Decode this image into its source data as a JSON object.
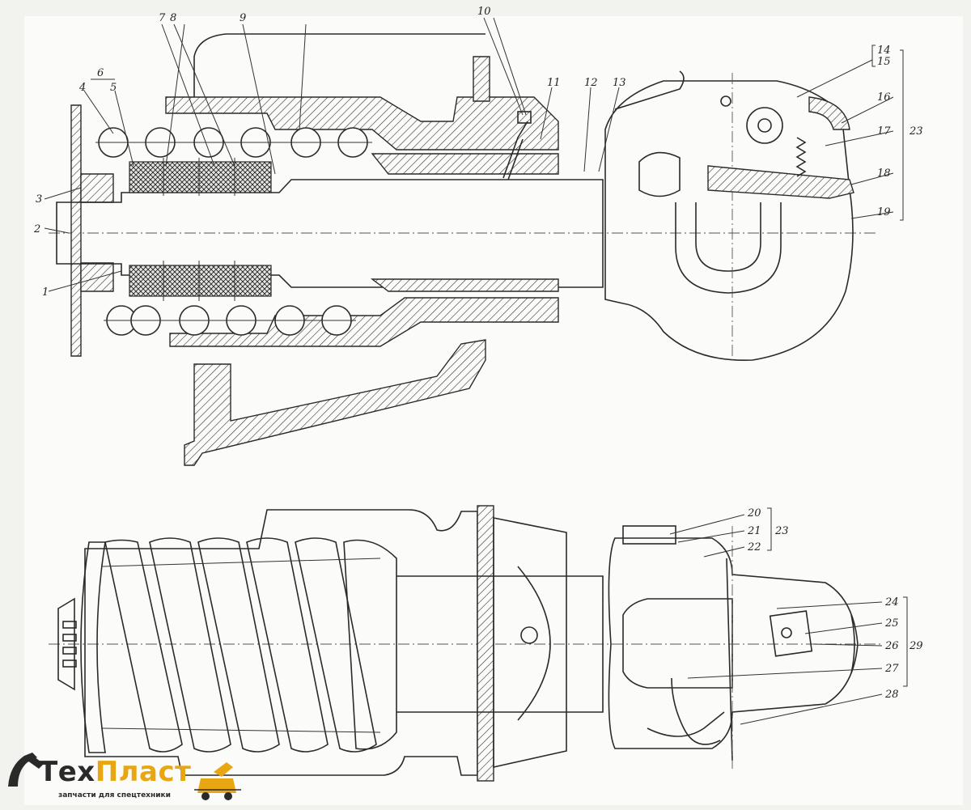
{
  "labels": {
    "l1": "1",
    "l2": "2",
    "l3": "3",
    "l4": "4",
    "l5": "5",
    "l6": "6",
    "l7": "7",
    "l8": "8",
    "l9": "9",
    "l10": "10",
    "l11": "11",
    "l12": "12",
    "l13": "13",
    "l14": "14",
    "l15": "15",
    "l16": "16",
    "l17": "17",
    "l18": "18",
    "l19": "19",
    "l20": "20",
    "l21": "21",
    "l22": "22",
    "l23a": "23",
    "l23b": "23",
    "l24": "24",
    "l25": "25",
    "l26": "26",
    "l27": "27",
    "l28": "28",
    "l29": "29"
  },
  "logo": {
    "brand_main": "Тех",
    "brand_accent": "Пласт",
    "tagline": "запчасти для спецтехники"
  },
  "colors": {
    "ink": "#2a2a2a",
    "paper": "#fbfbf9",
    "accent": "#e8a712"
  }
}
